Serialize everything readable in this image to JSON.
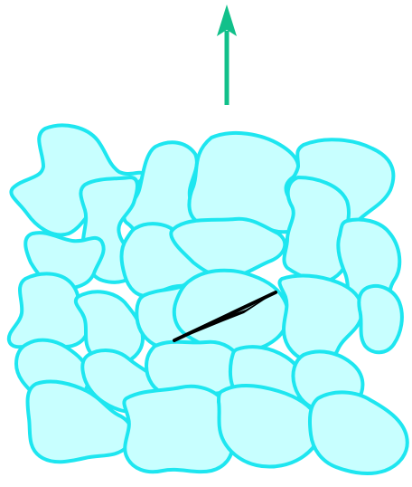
{
  "diagram": {
    "background_color": "#ffffff",
    "arrow": {
      "direction": "up",
      "color": "#11c08a"
    },
    "cells": {
      "fill_color": "#c8ffff",
      "stroke_color": "#1ee6f0",
      "count": 25
    },
    "crack": {
      "color": "#000000",
      "shape": "spindle"
    }
  }
}
